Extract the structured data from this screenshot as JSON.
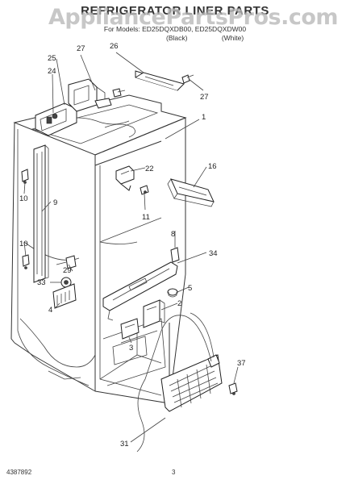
{
  "header": {
    "title": "REFRIGERATOR LINER PARTS",
    "watermark": "AppliancePartsPros.com",
    "for_models": "For Models: ED25DQXDB00, ED25DQXDW00",
    "color_1": "(Black)",
    "color_2": "(White)"
  },
  "callouts": {
    "p1": "1",
    "p2": "2",
    "p3": "3",
    "p4": "4",
    "p5": "5",
    "p8": "8",
    "p9": "9",
    "p10a": "10",
    "p10b": "10",
    "p11": "11",
    "p16": "16",
    "p22": "22",
    "p24": "24",
    "p25": "25",
    "p26": "26",
    "p27a": "27",
    "p27b": "27",
    "p29": "29",
    "p31": "31",
    "p33": "33",
    "p34": "34",
    "p37": "37"
  },
  "footer": {
    "doc_number": "4387892",
    "page_number": "3"
  }
}
